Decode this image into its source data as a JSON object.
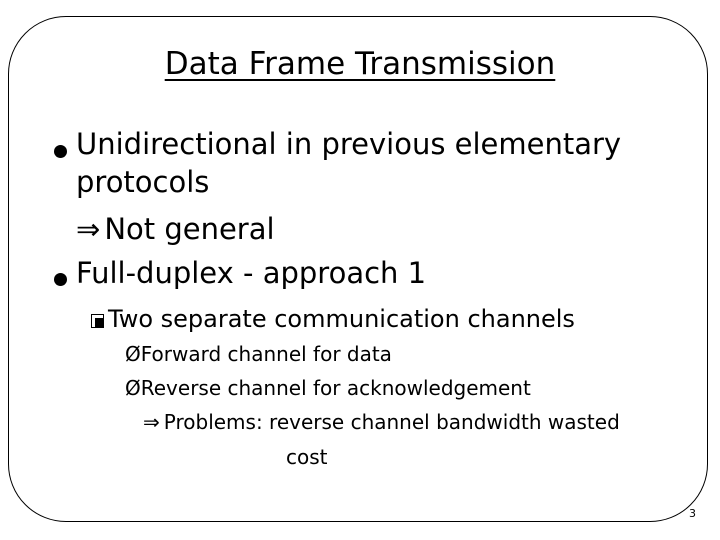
{
  "slide": {
    "title": "Data Frame Transmission",
    "bullet1": {
      "line1": "Unidirectional in previous elementary",
      "line2": "protocols",
      "implies_symbol": "⇒",
      "implies_text": "Not general"
    },
    "bullet2": {
      "text": "Full-duplex - approach 1"
    },
    "sub1": {
      "text": "Two separate communication channels"
    },
    "arrow_symbol": "Ø",
    "arrow_item1": "Forward channel for data",
    "arrow_item2": "Reverse channel for acknowledgement",
    "problems": {
      "symbol": "⇒",
      "line1": "Problems: reverse channel bandwidth wasted",
      "line2": "cost"
    },
    "page_number": "3"
  },
  "icons": {
    "bullet": "black-circle-bullet",
    "sub_bullet": "shadowed-box-bullet",
    "arrow_bullet": "arrowhead-bullet"
  }
}
